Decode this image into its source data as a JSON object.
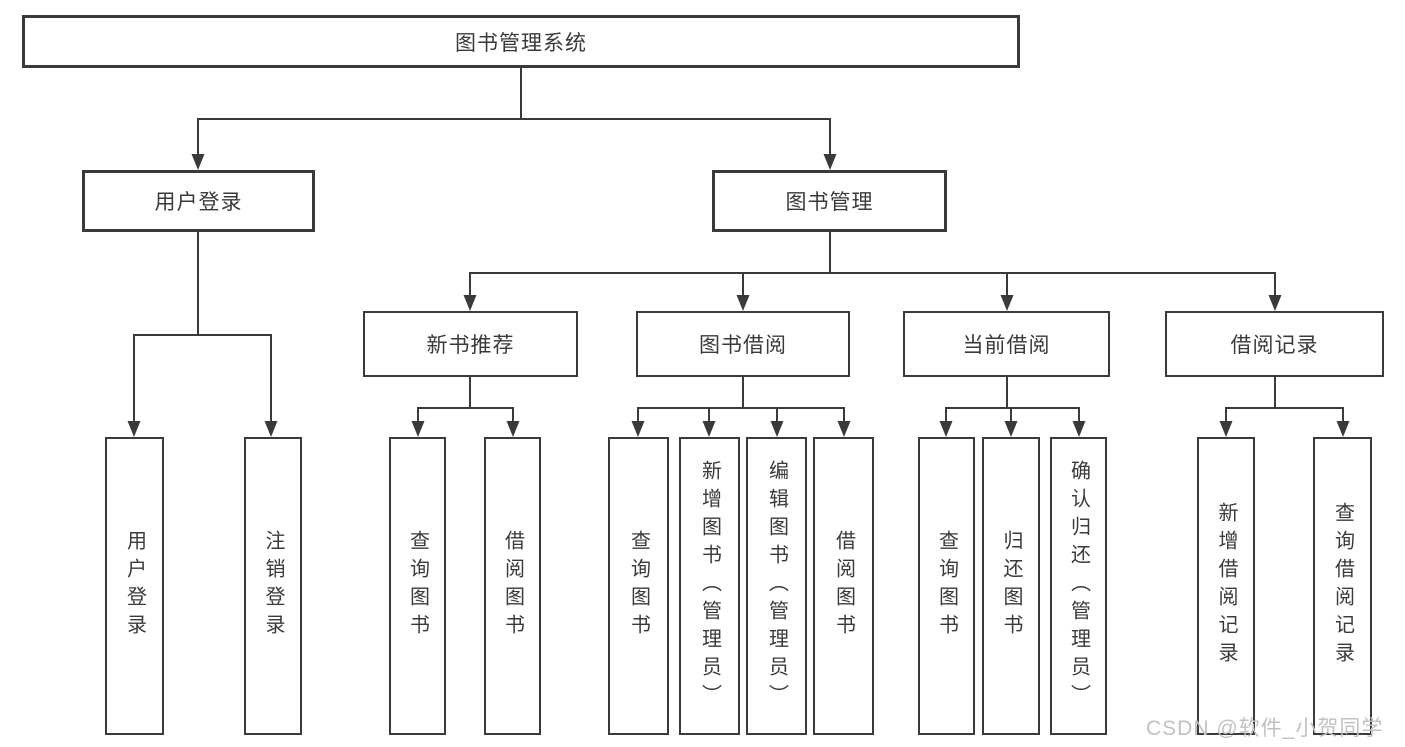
{
  "tree": {
    "root": {
      "label": "图书管理系统"
    },
    "level2": [
      {
        "label": "用户登录",
        "children": [
          "用户登录",
          "注销登录"
        ]
      },
      {
        "label": "图书管理"
      }
    ],
    "level3": [
      {
        "label": "新书推荐",
        "children": [
          "查询图书",
          "借阅图书"
        ]
      },
      {
        "label": "图书借阅",
        "children": [
          "查询图书",
          "新增图书（管理员）",
          "编辑图书（管理员）",
          "借阅图书"
        ]
      },
      {
        "label": "当前借阅",
        "children": [
          "查询图书",
          "归还图书",
          "确认归还（管理员）"
        ]
      },
      {
        "label": "借阅记录",
        "children": [
          "新增借阅记录",
          "查询借阅记录"
        ]
      }
    ]
  },
  "watermark": "CSDN @软件_小贺同学",
  "colors": {
    "line": "#3a3a3a",
    "text": "#3a3a3a",
    "watermark": "#c1c1c1",
    "bg": "#ffffff"
  }
}
